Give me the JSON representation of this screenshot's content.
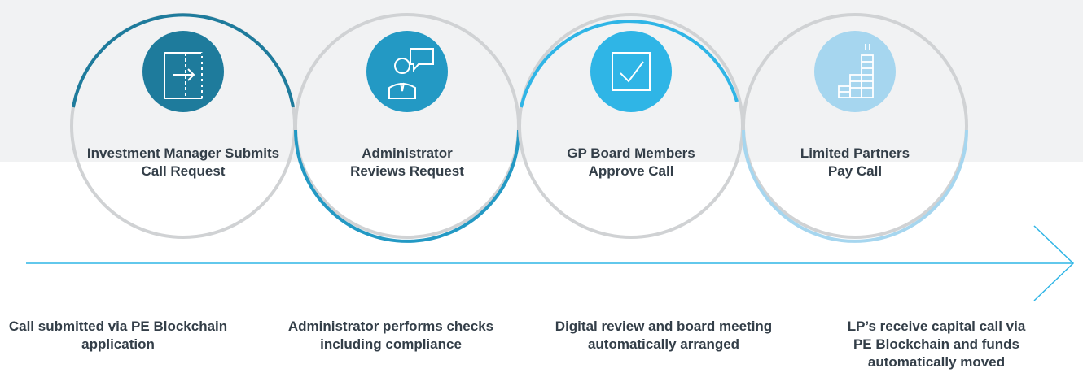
{
  "steps": [
    {
      "title_line1": "Investment Manager Submits",
      "title_line2": "Call Request",
      "icon": "exit-door-arrow-icon",
      "color": "#1e7b9c",
      "desc_lines": [
        "Call submitted via PE Blockchain",
        "application"
      ]
    },
    {
      "title_line1": "Administrator",
      "title_line2": "Reviews Request",
      "icon": "administrator-speech-bubble-icon",
      "color": "#2399c4",
      "desc_lines": [
        "Administrator performs checks",
        "including compliance"
      ]
    },
    {
      "title_line1": "GP Board Members",
      "title_line2": "Approve Call",
      "icon": "checkbox-approve-icon",
      "color": "#2fb5e6",
      "desc_lines": [
        "Digital review and board meeting",
        "automatically arranged"
      ]
    },
    {
      "title_line1": "Limited Partners",
      "title_line2": "Pay Call",
      "icon": "building-coins-icon",
      "color": "#a6d6ef",
      "desc_lines": [
        "LP’s receive capital call via",
        "PE Blockchain and funds",
        "automatically moved"
      ]
    }
  ],
  "colors": {
    "band": "#f1f2f3",
    "ring_gray": "#d0d2d4",
    "timeline": "#2fb5e6",
    "text": "#333e48"
  }
}
